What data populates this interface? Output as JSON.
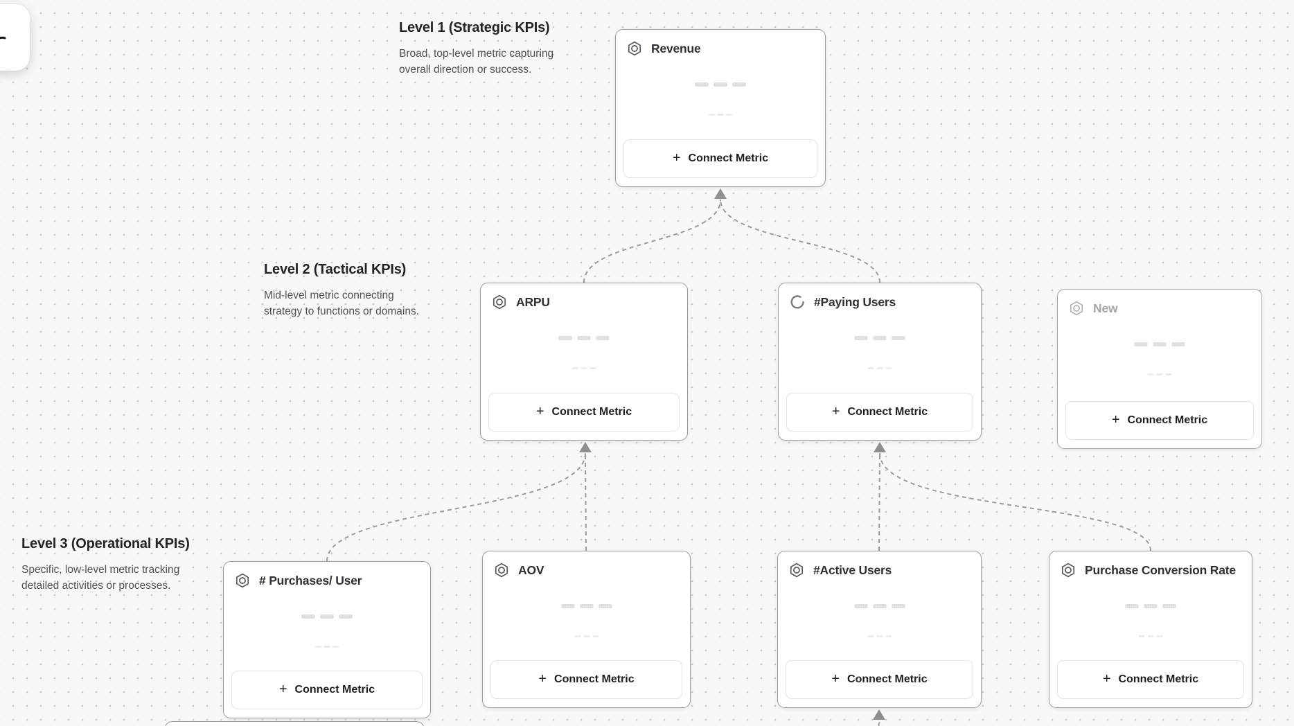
{
  "levels": [
    {
      "title": "Level 1 (Strategic KPIs)",
      "description": "Broad, top-level metric capturing overall direction or success."
    },
    {
      "title": "Level 2 (Tactical KPIs)",
      "description": "Mid-level metric connecting strategy to functions or domains."
    },
    {
      "title": "Level 3 (Operational KPIs)",
      "description": "Specific, low-level metric tracking detailed activities or processes."
    }
  ],
  "cards": [
    {
      "id": "revenue",
      "title": "Revenue",
      "level": 1,
      "icon": "hexagon-metric-icon",
      "state": "default"
    },
    {
      "id": "arpu",
      "title": "ARPU",
      "level": 2,
      "icon": "hexagon-metric-icon",
      "state": "default"
    },
    {
      "id": "paying-users",
      "title": "#Paying Users",
      "level": 2,
      "icon": "spinner-icon",
      "state": "loading"
    },
    {
      "id": "new",
      "title": "New",
      "level": 2,
      "icon": "hexagon-metric-icon",
      "state": "draft"
    },
    {
      "id": "purchases-per-user",
      "title": "# Purchases/ User",
      "level": 3,
      "icon": "hexagon-metric-icon",
      "state": "default"
    },
    {
      "id": "aov",
      "title": "AOV",
      "level": 3,
      "icon": "hexagon-metric-icon",
      "state": "default"
    },
    {
      "id": "active-users",
      "title": "#Active Users",
      "level": 3,
      "icon": "hexagon-metric-icon",
      "state": "default"
    },
    {
      "id": "purchase-conversion-rate",
      "title": "Purchase Conversion Rate",
      "level": 3,
      "icon": "hexagon-metric-icon",
      "state": "default"
    }
  ],
  "buttons": {
    "connect_metric": "Connect Metric",
    "plus_glyph": "+"
  },
  "edges": [
    {
      "from": "ARPU",
      "to": "Revenue"
    },
    {
      "from": "#Paying Users",
      "to": "Revenue"
    },
    {
      "from": "# Purchases/ User",
      "to": "ARPU"
    },
    {
      "from": "AOV",
      "to": "ARPU"
    },
    {
      "from": "#Active Users",
      "to": "#Paying Users"
    },
    {
      "from": "Purchase Conversion Rate",
      "to": "#Paying Users"
    },
    {
      "from": "card-below-viewport",
      "to": "#Active Users"
    }
  ],
  "colors": {
    "canvas_bg": "#f8f8f8",
    "dot_grid": "#c9c9c9",
    "card_border": "#9c9c9c",
    "edge": "#9b9b9b",
    "title_text": "#2f3033",
    "muted_text": "#a4a4a6"
  }
}
